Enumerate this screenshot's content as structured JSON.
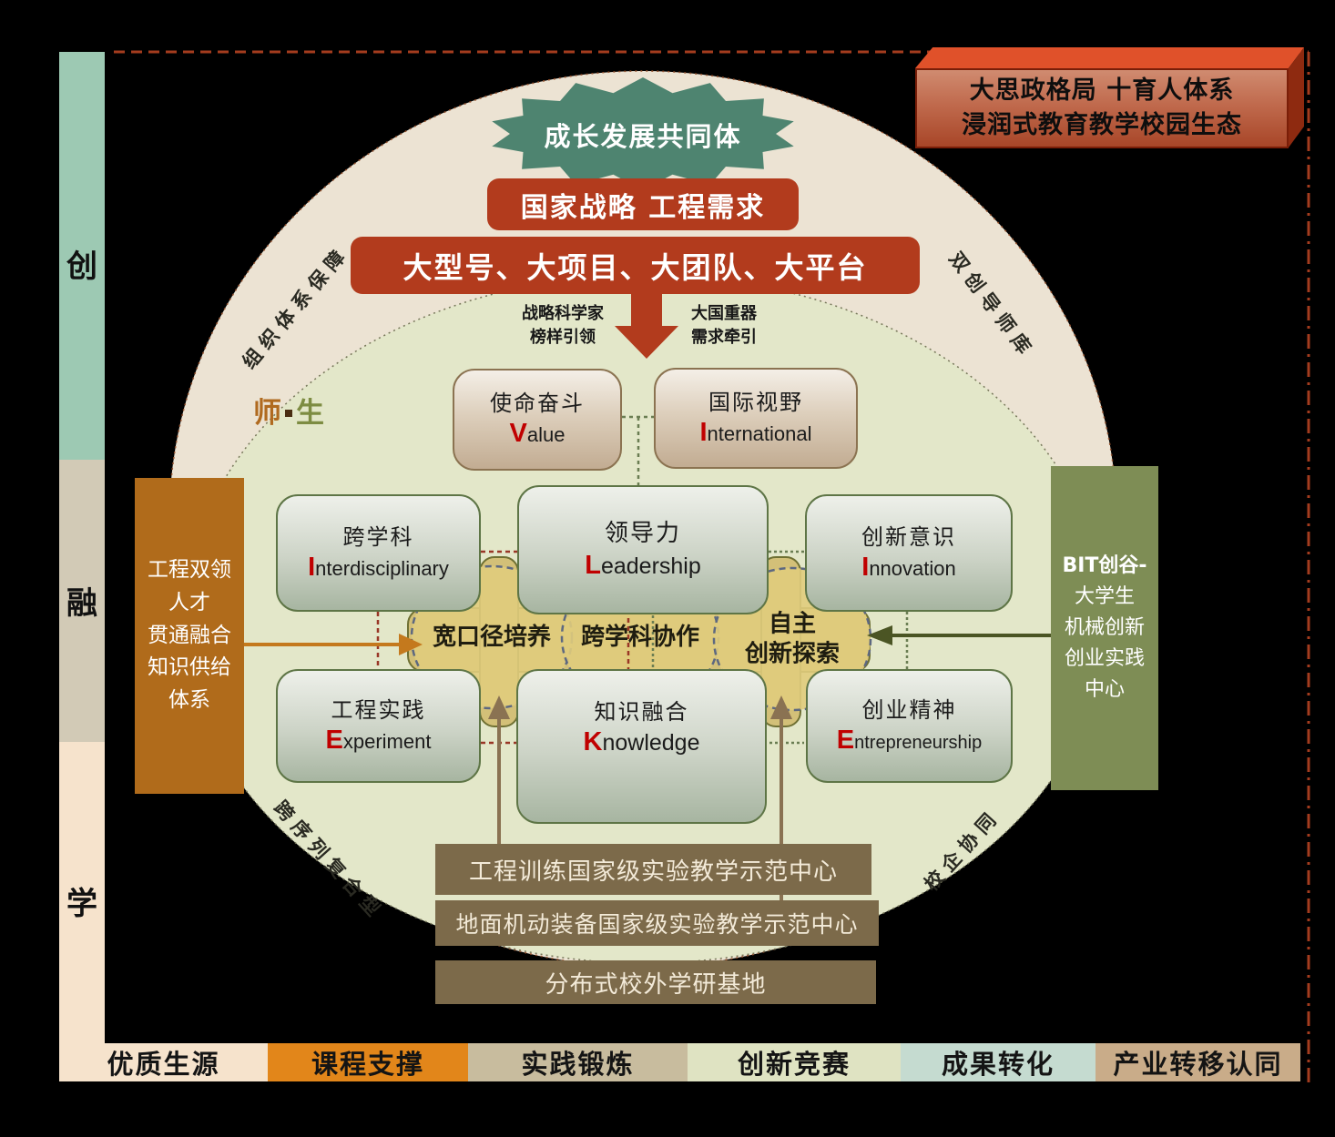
{
  "badge3d": {
    "line1": "大思政格局 十育人体系",
    "line2": "浸润式教育教学校园生态"
  },
  "left_axis": {
    "items": [
      "创",
      "融",
      "学"
    ]
  },
  "star_label": "成长发展共同体",
  "banners": {
    "strategy": "国家战略 工程需求",
    "big4": "大型号、大项目、大团队、大平台"
  },
  "arrow_notes": {
    "left": {
      "l1": "战略科学家",
      "l2": "榜样引领"
    },
    "right": {
      "l1": "大国重器",
      "l2": "需求牵引"
    }
  },
  "teacher_student": {
    "teacher": "师",
    "student": "生"
  },
  "arc_labels": {
    "top_left": "组织体系保障",
    "top_right": "双创导师库",
    "bottom_left": "跨序列复合型",
    "bottom_right": "校企协同"
  },
  "competency_boxes": {
    "value": {
      "cn": "使命奋斗",
      "initial": "V",
      "rest": "alue"
    },
    "international": {
      "cn": "国际视野",
      "initial": "I",
      "rest": "nternational"
    },
    "interdisciplinary": {
      "cn": "跨学科",
      "initial": "I",
      "rest": "nterdisciplinary"
    },
    "leadership": {
      "cn": "领导力",
      "initial": "L",
      "rest": "eadership"
    },
    "innovation": {
      "cn": "创新意识",
      "initial": "I",
      "rest": "nnovation"
    },
    "experiment": {
      "cn": "工程实践",
      "initial": "E",
      "rest": "xperiment"
    },
    "knowledge": {
      "cn": "知识融合",
      "initial": "K",
      "rest": "nowledge"
    },
    "entrepreneurship": {
      "cn": "创业精神",
      "initial": "E",
      "rest": "ntrepreneurship"
    }
  },
  "hub_ellipses": {
    "e1": {
      "label": "宽口径培养"
    },
    "e2": {
      "label": "跨学科协作"
    },
    "e3": {
      "line1": "自主",
      "line2": "创新探索"
    }
  },
  "side_boxes": {
    "left": {
      "lines": [
        "工程双领",
        "人才",
        "贯通融合",
        "知识供给",
        "体系"
      ]
    },
    "right": {
      "lines": [
        "BIT创谷-",
        "大学生",
        "机械创新",
        "创业实践",
        "中心"
      ]
    }
  },
  "platform_bars": [
    "工程训练国家级实验教学示范中心",
    "地面机动装备国家级实验教学示范中心",
    "分布式校外学研基地"
  ],
  "bottom_chain": [
    {
      "label": "优质生源",
      "bg": "#f6e3cc"
    },
    {
      "label": "课程支撑",
      "bg": "#e2861a"
    },
    {
      "label": "实践锻炼",
      "bg": "#c8bc9e"
    },
    {
      "label": "创新竞赛",
      "bg": "#dfe3c2"
    },
    {
      "label": "成果转化",
      "bg": "#c5dbd0"
    },
    {
      "label": "产业转移认同",
      "bg": "#c9ac89"
    }
  ],
  "colors": {
    "banner_red": "#b23b1d",
    "star_green": "#4e8470",
    "outer_ring": "#ece3d3",
    "inner_disc": "#e3e7c9",
    "hub_yellow": "#decc7c",
    "left_box_orange": "#b06b1b",
    "right_box_sage": "#7e8d55",
    "bar_brown": "#7c6a4a",
    "axis_teal": "#9dc9b3",
    "axis_tan": "#d2cab6",
    "axis_cream": "#f6e3cc",
    "accent_letter_red": "#c00000"
  }
}
